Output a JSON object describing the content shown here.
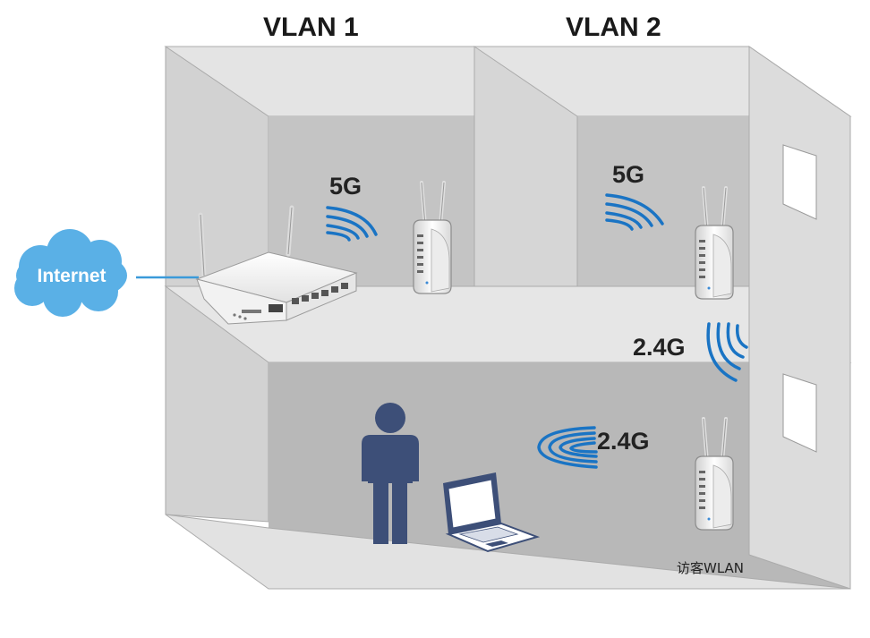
{
  "headers": {
    "vlan1": "VLAN 1",
    "vlan2": "VLAN 2"
  },
  "cloud": {
    "label": "Internet"
  },
  "bands": {
    "upper_left": "5G",
    "upper_right": "5G",
    "right_mid": "2.4G",
    "lower": "2.4G"
  },
  "guest_label": "访客WLAN",
  "colors": {
    "signal": "#1a74c4",
    "cloud": "#5ab0e6",
    "person": "#3d4f78",
    "wall": "#d4d4d4",
    "room": "#b8b8b8"
  },
  "icons": [
    "cloud-icon",
    "router-icon",
    "access-point-icon",
    "wifi-signal-icon",
    "person-icon",
    "laptop-icon"
  ]
}
